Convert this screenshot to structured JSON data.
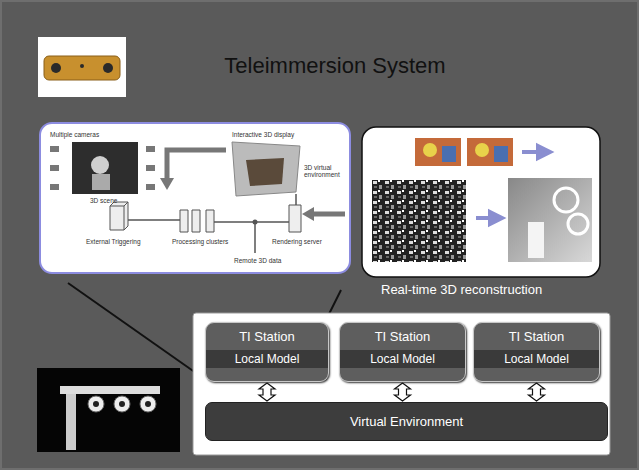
{
  "diagram": {
    "title": "Teleimmersion System",
    "nodes": [
      {
        "text": [
          "TI Station"
        ]
      },
      {
        "text": [
          "Local Model"
        ],
        "in": 0
      },
      {
        "text": [
          "TI Station"
        ]
      },
      {
        "text": [
          "Local Model"
        ],
        "in": 2
      },
      {
        "text": [
          "TI Station"
        ]
      },
      {
        "text": [
          "Local Model"
        ],
        "in": 4
      },
      {
        "text": [
          "Virtual Environment"
        ]
      }
    ],
    "edges": [
      {
        "from": 0,
        "to": 6,
        "arrow": "both"
      },
      {
        "from": 2,
        "to": 6,
        "arrow": "both"
      },
      {
        "from": 4,
        "to": 6,
        "arrow": "both"
      }
    ],
    "labels": [
      "Multiple cameras",
      "3D scene",
      "Interactive 3D display",
      "3D virtual environment",
      "External Triggering",
      "Processing clusters",
      "Rendering server",
      "Remote 3D data",
      "Real-time 3D reconstruction"
    ]
  }
}
